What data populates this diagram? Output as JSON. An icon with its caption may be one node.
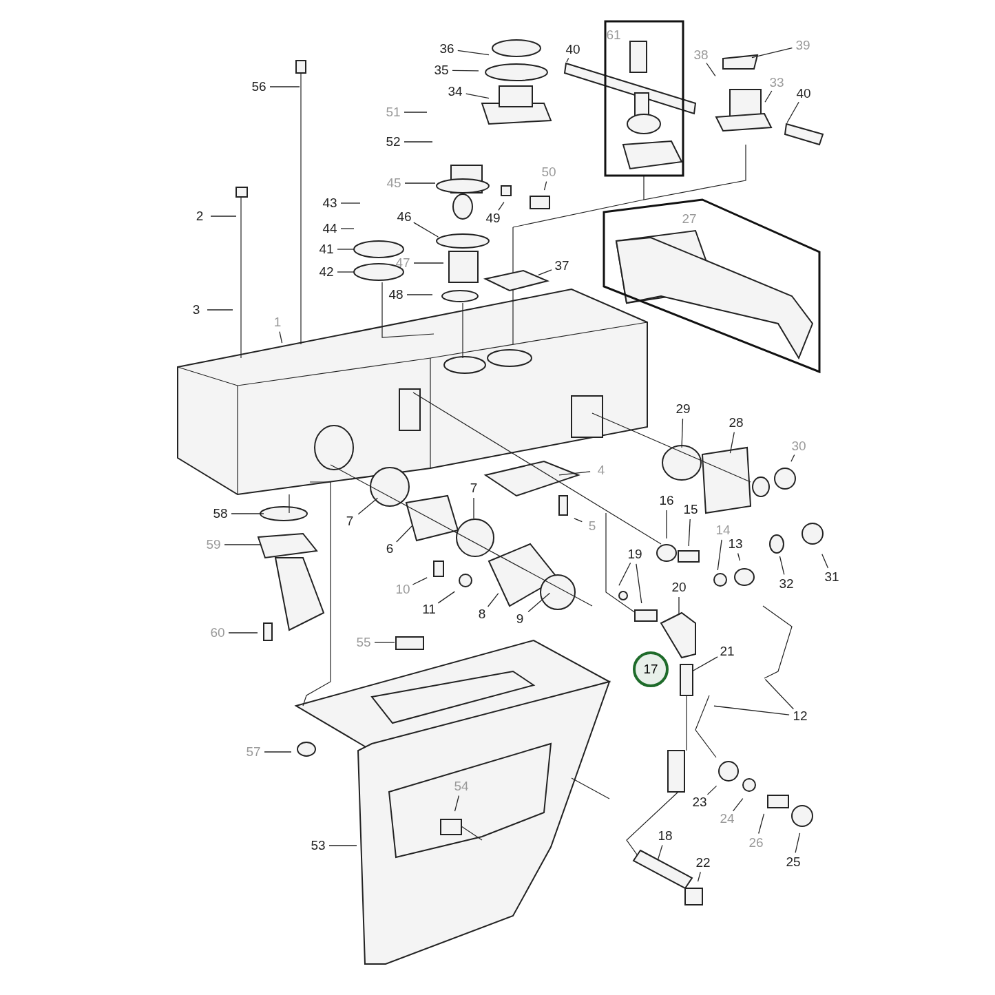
{
  "diagram": {
    "nodes": [
      {
        "text": [
          "36"
        ]
      },
      {
        "text": [
          "35"
        ]
      },
      {
        "text": [
          "40"
        ]
      },
      {
        "text": [
          "34"
        ]
      },
      {
        "text": [
          "61"
        ]
      },
      {
        "text": [
          "38"
        ]
      },
      {
        "text": [
          "39"
        ]
      },
      {
        "text": [
          "33"
        ]
      },
      {
        "text": [
          "40"
        ]
      },
      {
        "text": [
          "56"
        ]
      },
      {
        "text": [
          "51"
        ]
      },
      {
        "text": [
          "52"
        ]
      },
      {
        "text": [
          "45"
        ]
      },
      {
        "text": [
          "50"
        ]
      },
      {
        "text": [
          "2"
        ]
      },
      {
        "text": [
          "43"
        ]
      },
      {
        "text": [
          "49"
        ]
      },
      {
        "text": [
          "44"
        ]
      },
      {
        "text": [
          "46"
        ]
      },
      {
        "text": [
          "41"
        ]
      },
      {
        "text": [
          "47"
        ]
      },
      {
        "text": [
          "37"
        ]
      },
      {
        "text": [
          "42"
        ]
      },
      {
        "text": [
          "3"
        ]
      },
      {
        "text": [
          "48"
        ]
      },
      {
        "text": [
          "1"
        ]
      },
      {
        "text": [
          "27"
        ]
      },
      {
        "text": [
          "29"
        ]
      },
      {
        "text": [
          "28"
        ]
      },
      {
        "text": [
          "4"
        ]
      },
      {
        "text": [
          "30"
        ]
      },
      {
        "text": [
          "58"
        ]
      },
      {
        "text": [
          "7"
        ]
      },
      {
        "text": [
          "7"
        ]
      },
      {
        "text": [
          "16"
        ]
      },
      {
        "text": [
          "15"
        ]
      },
      {
        "text": [
          "14"
        ]
      },
      {
        "text": [
          "13"
        ]
      },
      {
        "text": [
          "59"
        ]
      },
      {
        "text": [
          "5"
        ]
      },
      {
        "text": [
          "6"
        ]
      },
      {
        "text": [
          "32"
        ]
      },
      {
        "text": [
          "31"
        ]
      },
      {
        "text": [
          "19"
        ]
      },
      {
        "text": [
          "20"
        ]
      },
      {
        "text": [
          "10"
        ]
      },
      {
        "text": [
          "11"
        ]
      },
      {
        "text": [
          "8"
        ]
      },
      {
        "text": [
          "9"
        ]
      },
      {
        "text": [
          "60"
        ]
      },
      {
        "text": [
          "55"
        ]
      },
      {
        "text": [
          "17"
        ]
      },
      {
        "text": [
          "21"
        ]
      },
      {
        "text": [
          "12"
        ]
      },
      {
        "text": [
          "57"
        ]
      },
      {
        "text": [
          "54"
        ]
      },
      {
        "text": [
          "23"
        ]
      },
      {
        "text": [
          "24"
        ]
      },
      {
        "text": [
          "26"
        ]
      },
      {
        "text": [
          "53"
        ]
      },
      {
        "text": [
          "25"
        ]
      },
      {
        "text": [
          "18"
        ]
      },
      {
        "text": [
          "22"
        ]
      }
    ],
    "edges": [
      {
        "from": 0,
        "to": null,
        "arrow": "none"
      },
      {
        "from": 1,
        "to": null,
        "arrow": "none"
      },
      {
        "from": 2,
        "to": null,
        "arrow": "none"
      },
      {
        "from": 3,
        "to": null,
        "arrow": "none"
      },
      {
        "from": 5,
        "to": null,
        "arrow": "none"
      },
      {
        "from": 6,
        "to": null,
        "arrow": "none"
      },
      {
        "from": 7,
        "to": null,
        "arrow": "none"
      },
      {
        "from": 8,
        "to": null,
        "arrow": "none"
      },
      {
        "from": 9,
        "to": null,
        "arrow": "none"
      },
      {
        "from": 10,
        "to": null,
        "arrow": "none"
      },
      {
        "from": 11,
        "to": null,
        "arrow": "none"
      },
      {
        "from": 12,
        "to": null,
        "arrow": "none"
      },
      {
        "from": 13,
        "to": null,
        "arrow": "none"
      },
      {
        "from": 14,
        "to": null,
        "arrow": "none"
      },
      {
        "from": 15,
        "to": null,
        "arrow": "none"
      },
      {
        "from": 16,
        "to": null,
        "arrow": "none"
      },
      {
        "from": 17,
        "to": null,
        "arrow": "none"
      },
      {
        "from": 18,
        "to": null,
        "arrow": "none"
      },
      {
        "from": 19,
        "to": null,
        "arrow": "none"
      },
      {
        "from": 20,
        "to": null,
        "arrow": "none"
      },
      {
        "from": 21,
        "to": null,
        "arrow": "none"
      },
      {
        "from": 22,
        "to": null,
        "arrow": "none"
      },
      {
        "from": 23,
        "to": null,
        "arrow": "none"
      },
      {
        "from": 24,
        "to": null,
        "arrow": "none"
      },
      {
        "from": 25,
        "to": null,
        "arrow": "none"
      },
      {
        "from": 27,
        "to": null,
        "arrow": "none"
      },
      {
        "from": 28,
        "to": null,
        "arrow": "none"
      },
      {
        "from": 29,
        "to": null,
        "arrow": "none"
      },
      {
        "from": 30,
        "to": null,
        "arrow": "none"
      },
      {
        "from": 31,
        "to": null,
        "arrow": "none"
      },
      {
        "from": 32,
        "to": null,
        "arrow": "none"
      },
      {
        "from": 33,
        "to": null,
        "arrow": "none"
      },
      {
        "from": 34,
        "to": null,
        "arrow": "none"
      },
      {
        "from": 35,
        "to": null,
        "arrow": "none"
      },
      {
        "from": 36,
        "to": null,
        "arrow": "none"
      },
      {
        "from": 37,
        "to": null,
        "arrow": "none"
      },
      {
        "from": 38,
        "to": null,
        "arrow": "none"
      },
      {
        "from": 39,
        "to": null,
        "arrow": "none"
      },
      {
        "from": 40,
        "to": null,
        "arrow": "none"
      },
      {
        "from": 41,
        "to": null,
        "arrow": "none"
      },
      {
        "from": 42,
        "to": null,
        "arrow": "none"
      },
      {
        "from": 43,
        "to": null,
        "arrow": "none"
      },
      {
        "from": 43,
        "to": null,
        "arrow": "none"
      },
      {
        "from": 44,
        "to": null,
        "arrow": "none"
      },
      {
        "from": 45,
        "to": null,
        "arrow": "none"
      },
      {
        "from": 46,
        "to": null,
        "arrow": "none"
      },
      {
        "from": 47,
        "to": null,
        "arrow": "none"
      },
      {
        "from": 48,
        "to": null,
        "arrow": "none"
      },
      {
        "from": 49,
        "to": null,
        "arrow": "none"
      },
      {
        "from": 50,
        "to": null,
        "arrow": "none"
      },
      {
        "from": 52,
        "to": null,
        "arrow": "none"
      },
      {
        "from": 53,
        "to": null,
        "arrow": "none"
      },
      {
        "from": 53,
        "to": null,
        "arrow": "none"
      },
      {
        "from": 54,
        "to": null,
        "arrow": "none"
      },
      {
        "from": 55,
        "to": null,
        "arrow": "none"
      },
      {
        "from": 56,
        "to": null,
        "arrow": "none"
      },
      {
        "from": 57,
        "to": null,
        "arrow": "none"
      },
      {
        "from": 58,
        "to": null,
        "arrow": "none"
      },
      {
        "from": 59,
        "to": null,
        "arrow": "none"
      },
      {
        "from": 60,
        "to": null,
        "arrow": "none"
      },
      {
        "from": 61,
        "to": null,
        "arrow": "none"
      },
      {
        "from": 62,
        "to": null,
        "arrow": "none"
      }
    ]
  }
}
